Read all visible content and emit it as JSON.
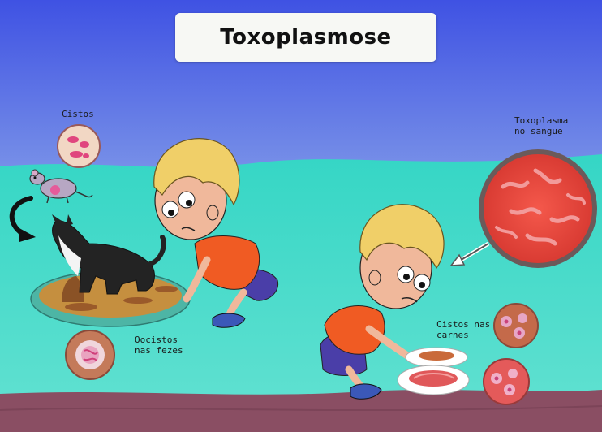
{
  "title": "Toxoplasmose",
  "labels": {
    "cistos": "Cistos",
    "toxoplasma_line1": "Toxoplasma",
    "toxoplasma_line2": "no sangue",
    "oocistos_line1": "Oocistos",
    "oocistos_line2": "nas fezes",
    "cistos_carnes_line1": "Cistos nas",
    "cistos_carnes_line2": "carnes"
  },
  "colors": {
    "sky": "#4a5be0",
    "floor": "#3ed9c6",
    "ground": "#8a4e63",
    "blood": "#e8493e",
    "shirt": "#f05b23",
    "shorts": "#4a3ea8"
  }
}
